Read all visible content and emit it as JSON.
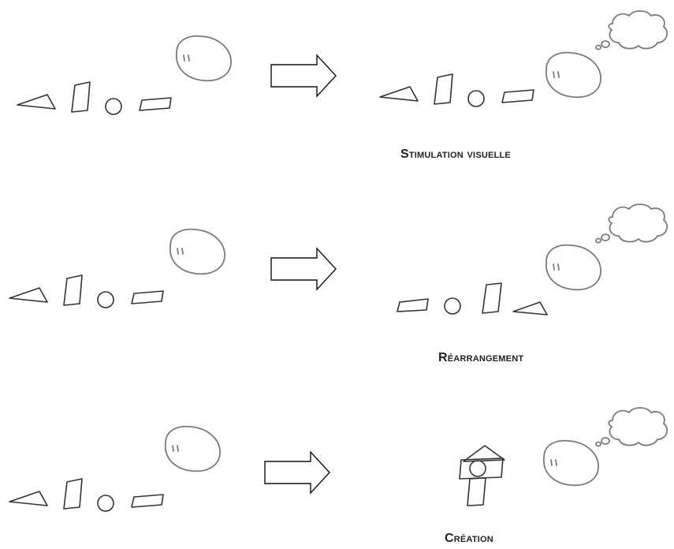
{
  "diagram": {
    "rows": [
      {
        "caption": "Stimulation visuelle",
        "after_arrangement": "same-order",
        "thought_cloud": true
      },
      {
        "caption": "Réarrangement",
        "after_arrangement": "reversed-order",
        "thought_cloud": true
      },
      {
        "caption": "Création",
        "after_arrangement": "stacked-house",
        "thought_cloud": true
      }
    ],
    "shapes_before": [
      "triangle",
      "rectangle-vertical",
      "circle",
      "parallelogram"
    ],
    "colors": {
      "shape_stroke": "#333333",
      "head_stroke": "#7a7a7a",
      "arrow_stroke": "#111111",
      "caption_text": "#222222"
    },
    "icons": [
      "head-icon",
      "thought-cloud-icon",
      "right-arrow-icon"
    ]
  }
}
